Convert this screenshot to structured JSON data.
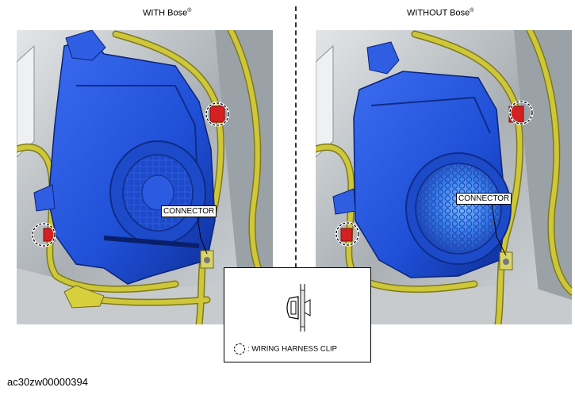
{
  "headers": {
    "left": "WITH Bose",
    "right": "WITHOUT Bose",
    "mark": "®"
  },
  "callouts": {
    "left_connector": "CONNECTOR",
    "right_connector": "CONNECTOR"
  },
  "legend": {
    "text": ": WIRING HARNESS CLIP"
  },
  "figure_id": "ac30zw00000394",
  "colors": {
    "speaker_blue": "#1f4fd6",
    "harness_yellow": "#c9c234",
    "connector_red": "#d42020",
    "background_gray": "#b9bec2"
  }
}
